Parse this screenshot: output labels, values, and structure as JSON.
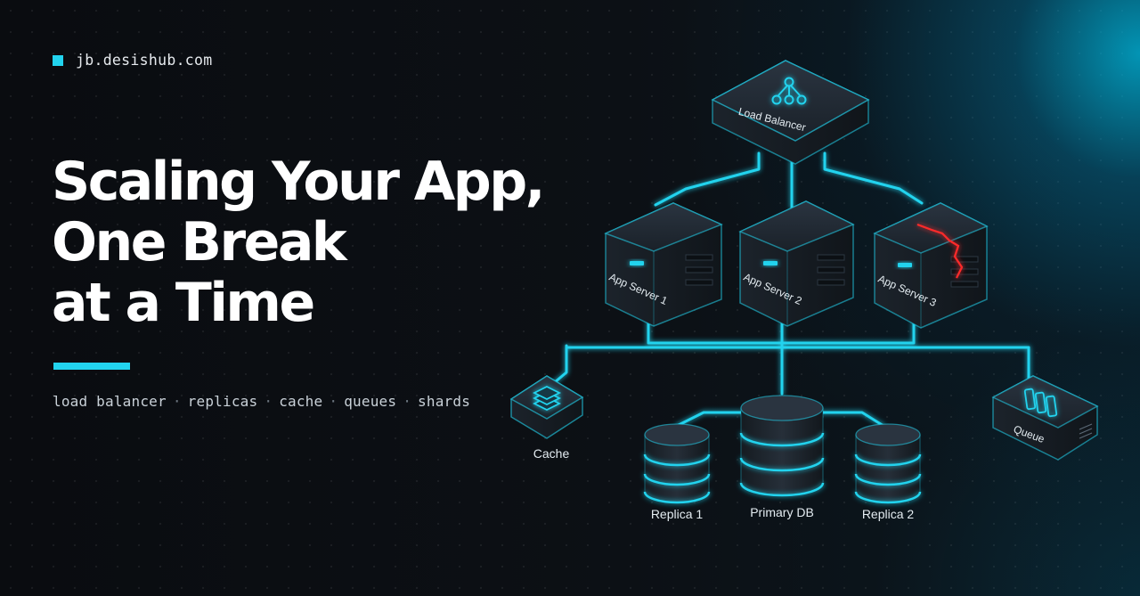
{
  "brand": {
    "domain": "jb.desishub.com"
  },
  "headline": {
    "line1": "Scaling Your App,",
    "line2": "One Break",
    "line3": "at a Time"
  },
  "tags": [
    "load balancer",
    "replicas",
    "cache",
    "queues",
    "shards"
  ],
  "diagram": {
    "load_balancer": "Load Balancer",
    "servers": [
      "App Server 1",
      "App Server 2",
      "App Server 3"
    ],
    "cache": "Cache",
    "queue": "Queue",
    "databases": {
      "replica1": "Replica 1",
      "primary": "Primary DB",
      "replica2": "Replica 2"
    }
  },
  "colors": {
    "accent": "#22d3ee",
    "background": "#0b0e12",
    "alert": "#ff2a2a"
  }
}
